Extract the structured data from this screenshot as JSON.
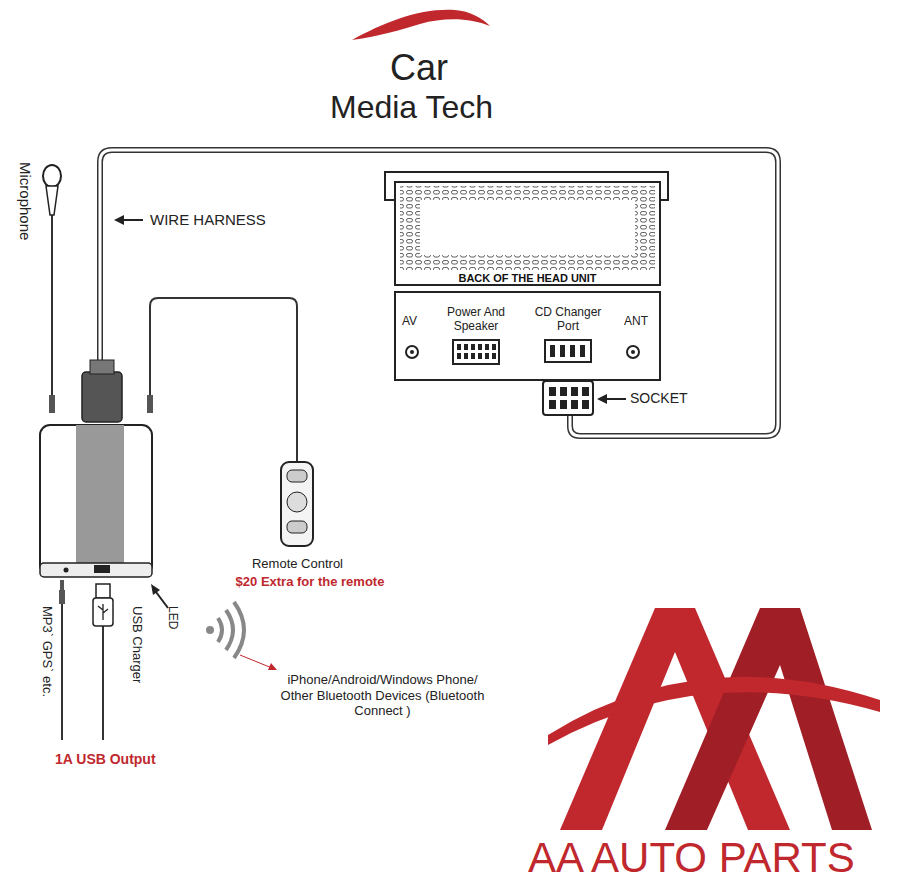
{
  "diagram": {
    "labels": [
      "Car",
      "Media Tech",
      "Microphone",
      "WIRE HARNESS",
      "BACK OF THE HEAD UNIT",
      "AV",
      "Power And Speaker",
      "CD Changer Port",
      "ANT",
      "SOCKET",
      "Remote Control",
      "$20 Extra for the remote",
      "LED",
      "MP3` GPS` etc.",
      "USB Charger",
      "1A USB Output",
      "iPhone/Android/Windows Phone/ Other Bluetooth Devices (Bluetooth Connect )",
      "AA AUTO PARTS"
    ]
  }
}
